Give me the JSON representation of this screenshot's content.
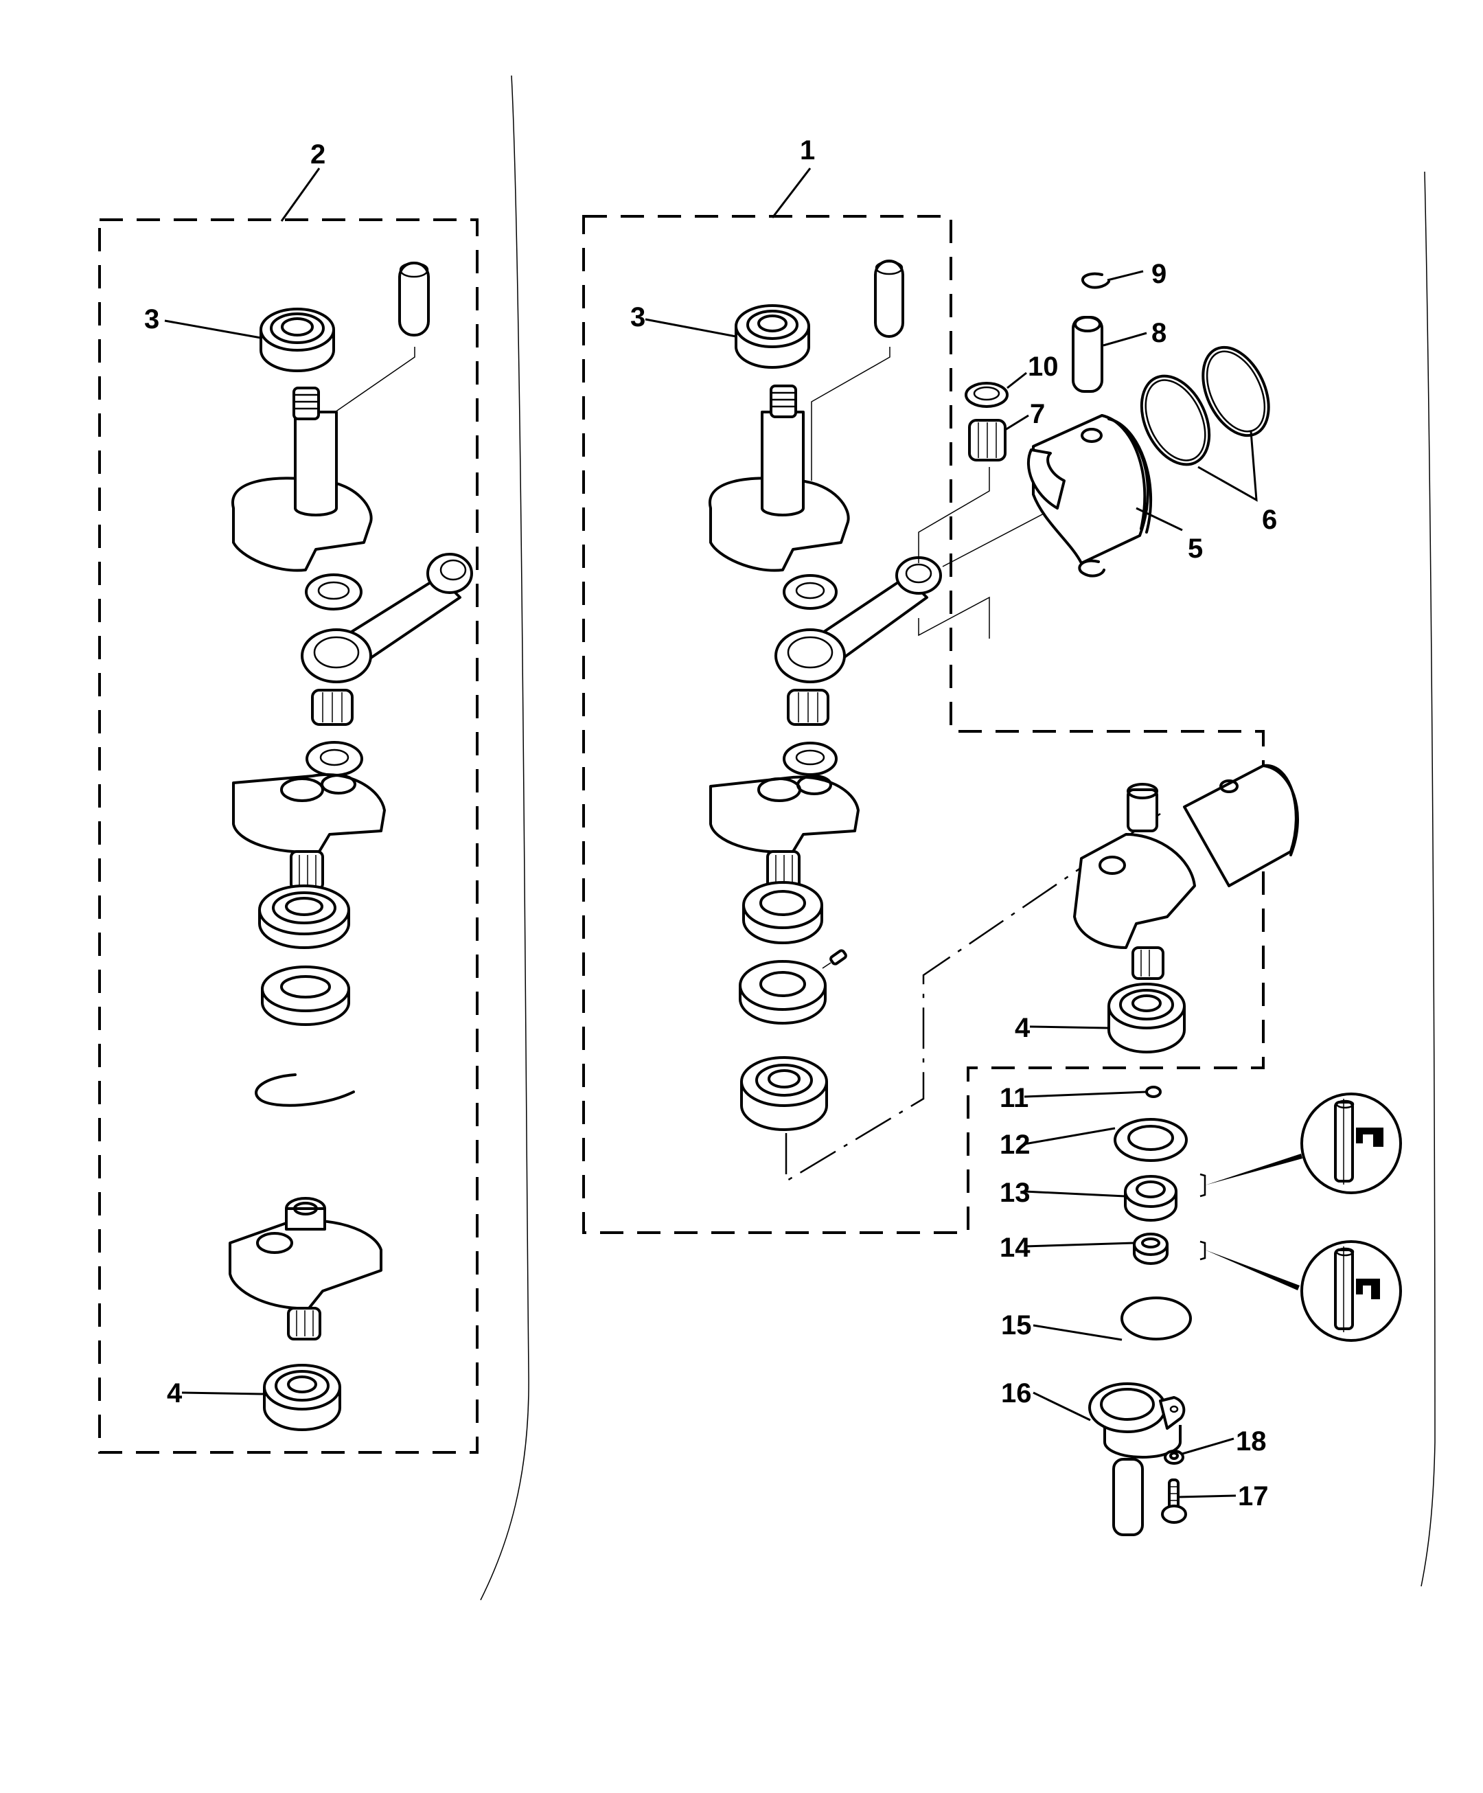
{
  "diagram": {
    "title": "Crankshaft, Piston and Connecting Rod exploded view",
    "colors": {
      "ink": "#000000",
      "paper": "#ffffff"
    },
    "callouts": {
      "c1": "1",
      "c2": "2",
      "c3a": "3",
      "c3b": "3",
      "c4a": "4",
      "c4b": "4",
      "c5": "5",
      "c6": "6",
      "c7": "7",
      "c8": "8",
      "c9": "9",
      "c10": "10",
      "c11": "11",
      "c12": "12",
      "c13": "13",
      "c14": "14",
      "c15": "15",
      "c16": "16",
      "c17": "17",
      "c18": "18"
    },
    "assemblies": [
      {
        "id": "2",
        "description": "Left crankshaft assembly (dashed group)"
      },
      {
        "id": "1",
        "description": "Right crankshaft assembly (dashed group)"
      }
    ],
    "detail_insets": [
      {
        "refs": "13",
        "icon": "seal-orientation-detail"
      },
      {
        "refs": "14",
        "icon": "seal-orientation-detail"
      }
    ]
  }
}
